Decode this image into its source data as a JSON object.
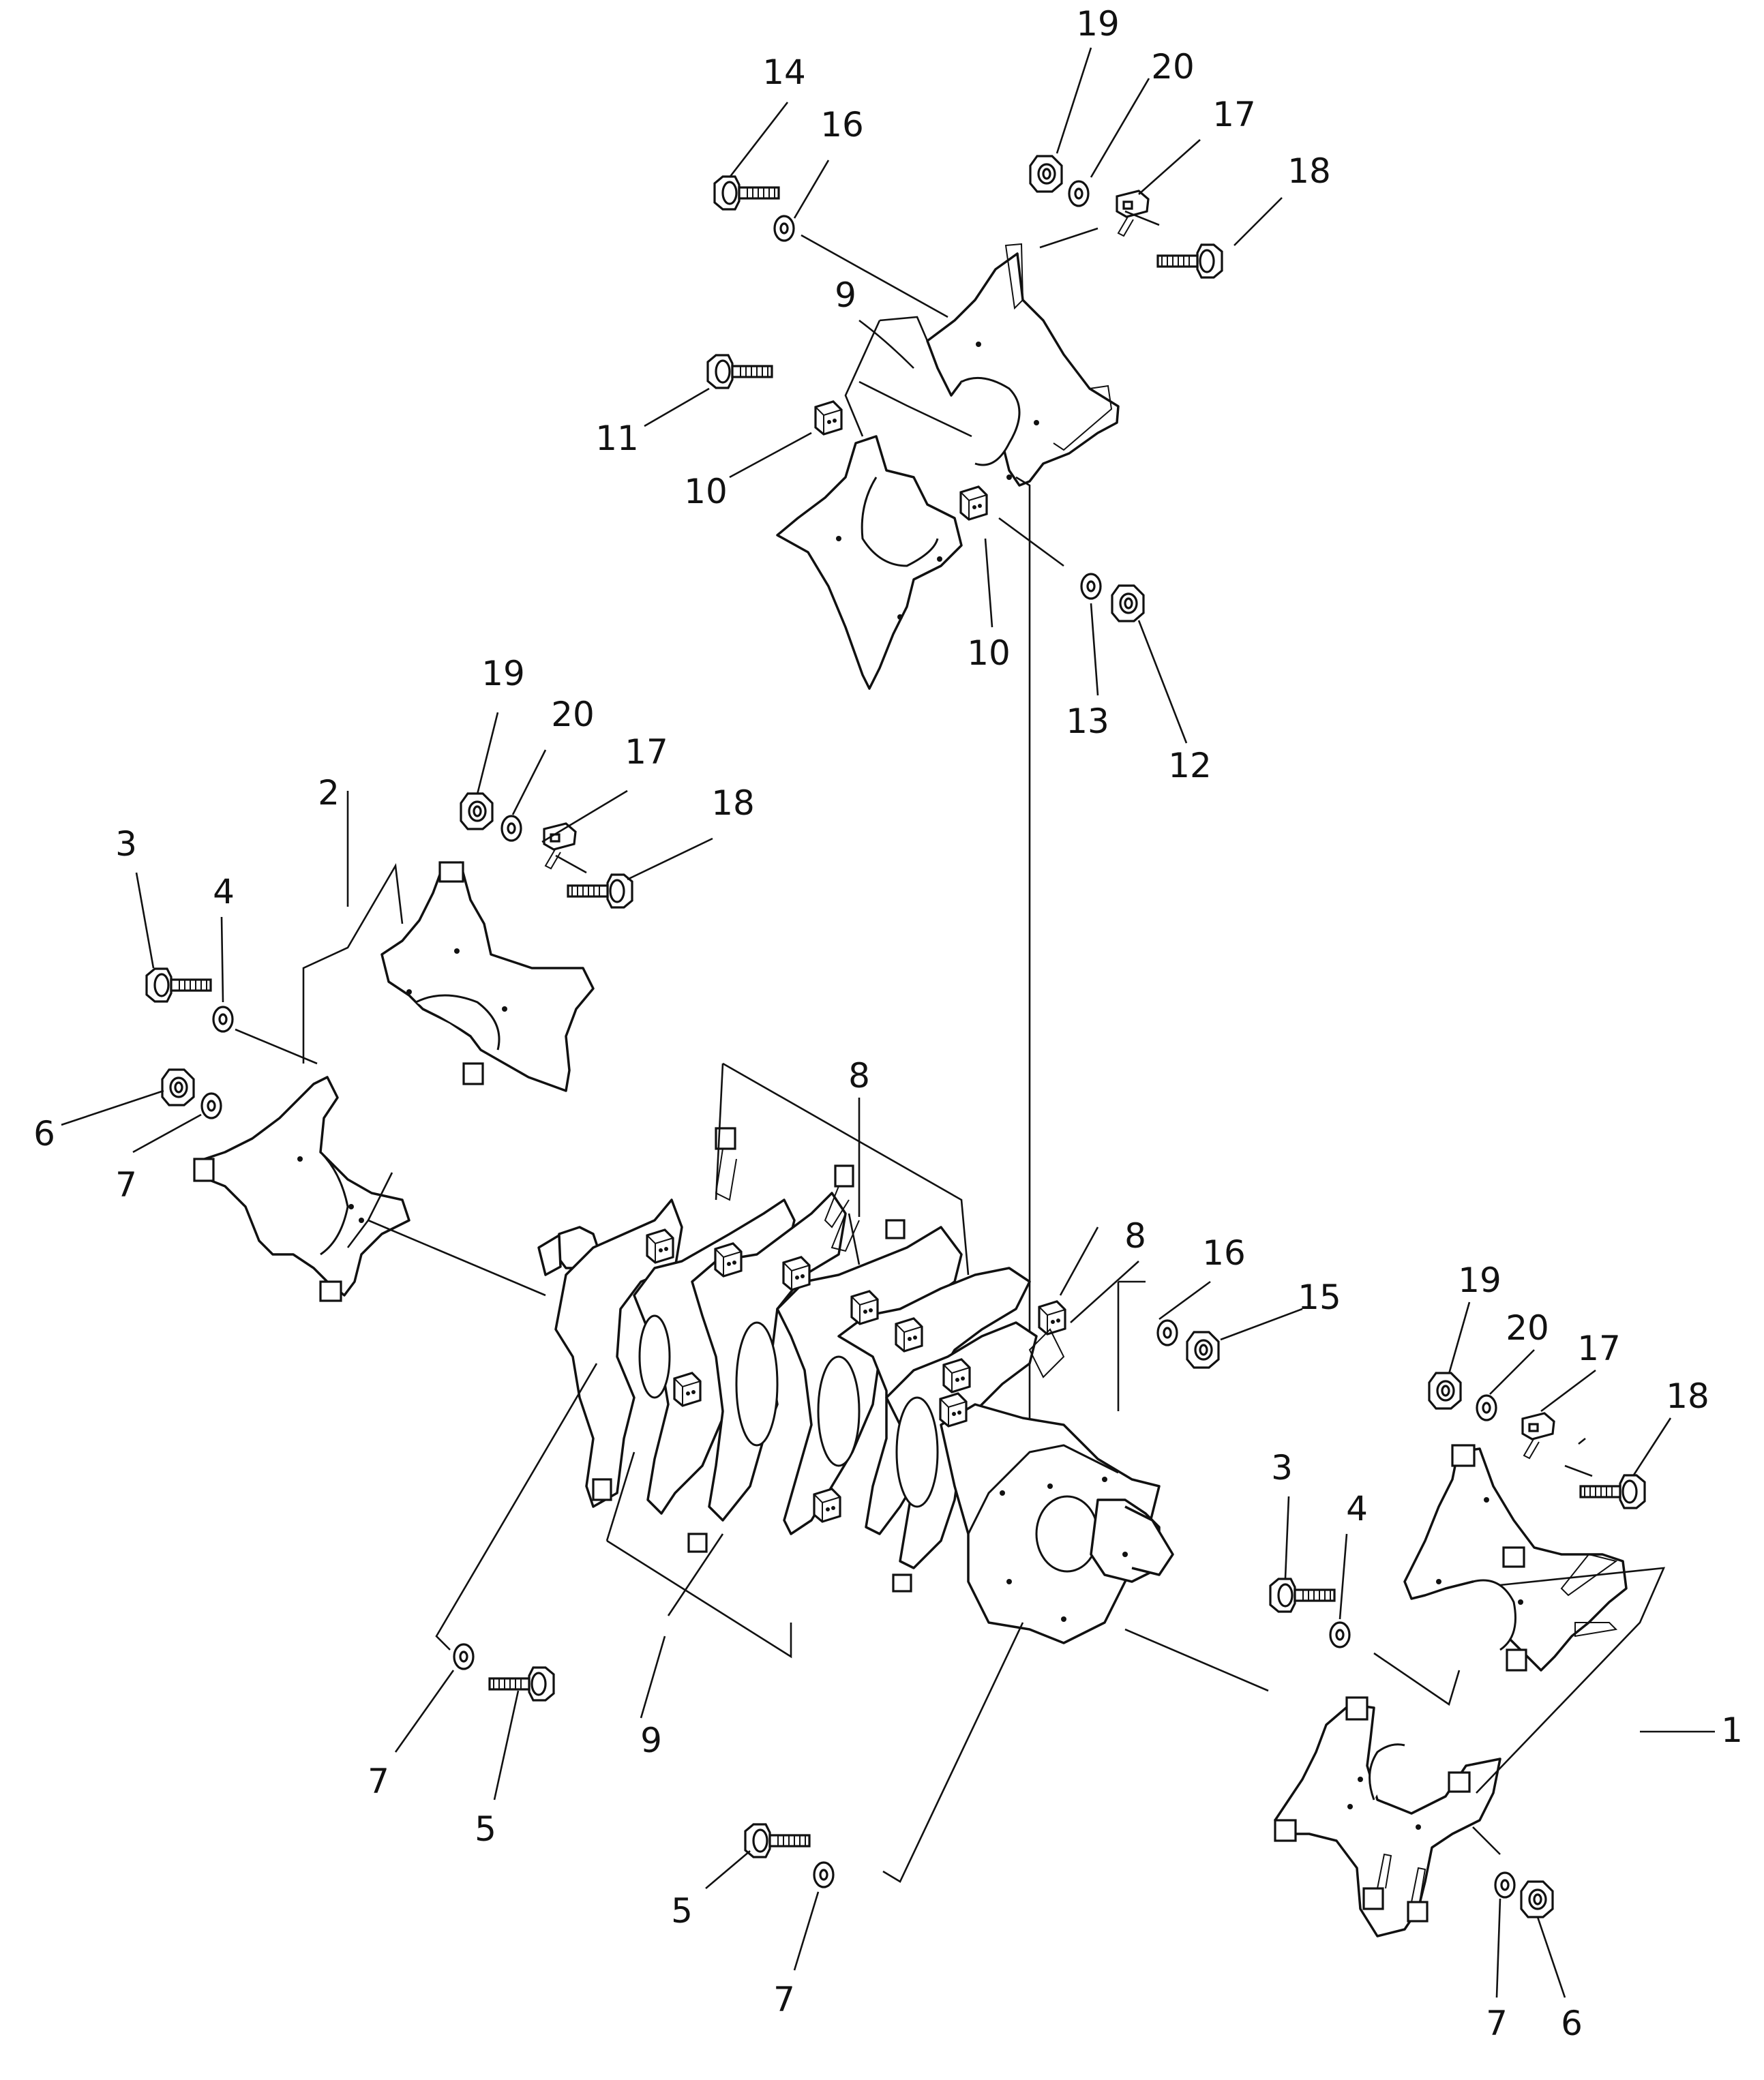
{
  "diagram": {
    "callouts": {
      "p1": "1",
      "p2": "2",
      "p3a": "3",
      "p3b": "3",
      "p4a": "4",
      "p4b": "4",
      "p5a": "5",
      "p5b": "5",
      "p6a": "6",
      "p6b": "6",
      "p7a": "7",
      "p7b": "7",
      "p7c": "7",
      "p7d": "7",
      "p8a": "8",
      "p8b": "8",
      "p9a": "9",
      "p9b": "9",
      "p10a": "10",
      "p10b": "10",
      "p11": "11",
      "p12": "12",
      "p13": "13",
      "p14": "14",
      "p15": "15",
      "p16a": "16",
      "p16b": "16",
      "p17a": "17",
      "p17b": "17",
      "p17c": "17",
      "p18a": "18",
      "p18b": "18",
      "p18c": "18",
      "p19a": "19",
      "p19b": "19",
      "p19c": "19",
      "p20a": "20",
      "p20b": "20",
      "p20c": "20"
    }
  }
}
